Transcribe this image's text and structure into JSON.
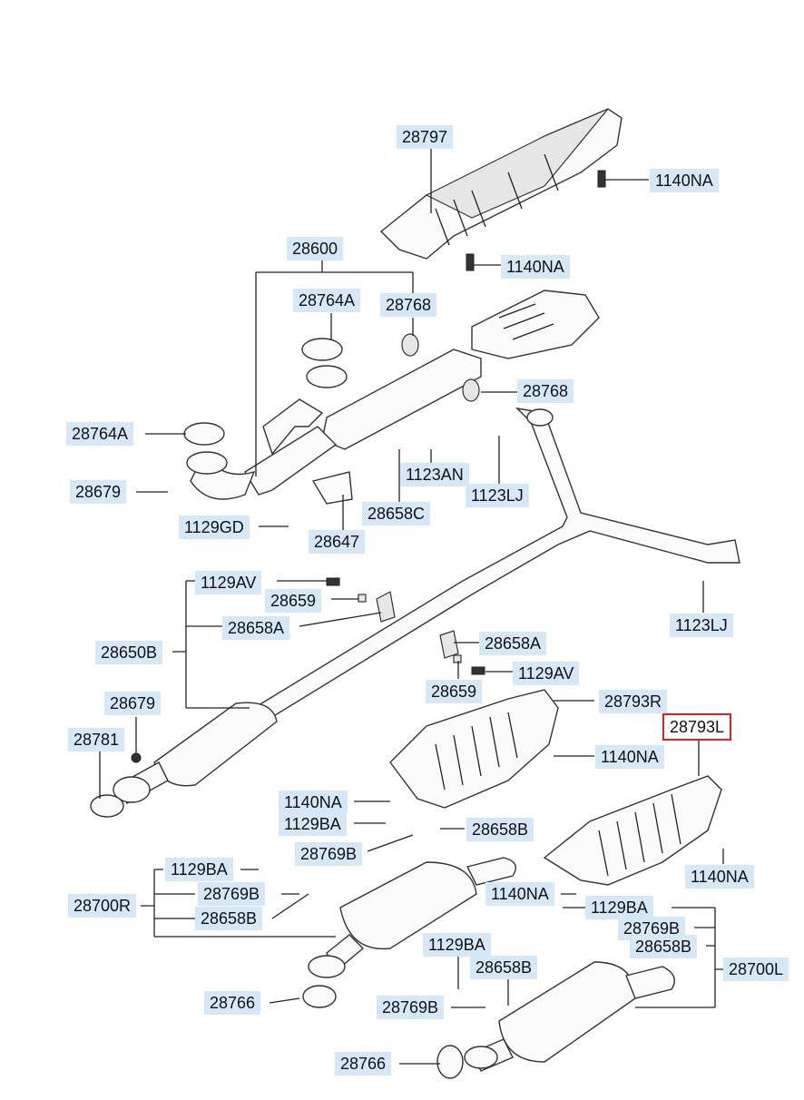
{
  "labels": {
    "l28797": "28797",
    "l1140NA_a": "1140NA",
    "l1140NA_b": "1140NA",
    "l28600": "28600",
    "l28764A_a": "28764A",
    "l28768_a": "28768",
    "l28768_b": "28768",
    "l28764A_b": "28764A",
    "l1123AN": "1123AN",
    "l28679_a": "28679",
    "l1123LJ_a": "1123LJ",
    "l28658C": "28658C",
    "l1129GD": "1129GD",
    "l28647": "28647",
    "l1129AV_a": "1129AV",
    "l28659_a": "28659",
    "l1123LJ_b": "1123LJ",
    "l28658A_a": "28658A",
    "l28650B": "28650B",
    "l28658A_b": "28658A",
    "l1129AV_b": "1129AV",
    "l28659_b": "28659",
    "l28679_b": "28679",
    "l28793R": "28793R",
    "l28793L": "28793L",
    "l28781": "28781",
    "l1140NA_c": "1140NA",
    "l1140NA_d": "1140NA",
    "l1129BA_a": "1129BA",
    "l28658B_a": "28658B",
    "l28769B_a": "28769B",
    "l1140NA_e": "1140NA",
    "l1129BA_b": "1129BA",
    "l28769B_b": "28769B",
    "l28700R": "28700R",
    "l28658B_b": "28658B",
    "l1140NA_f": "1140NA",
    "l1129BA_c": "1129BA",
    "l28769B_c": "28769B",
    "l28658B_c": "28658B",
    "l1129BA_d": "1129BA",
    "l28658B_d": "28658B",
    "l28700L": "28700L",
    "l28766_a": "28766",
    "l28769B_d": "28769B",
    "l28766_b": "28766"
  },
  "highlighted_part": "28793L",
  "colors": {
    "label_bg": "#d6e8f8",
    "highlight_border": "#e02020",
    "line": "#222222"
  }
}
